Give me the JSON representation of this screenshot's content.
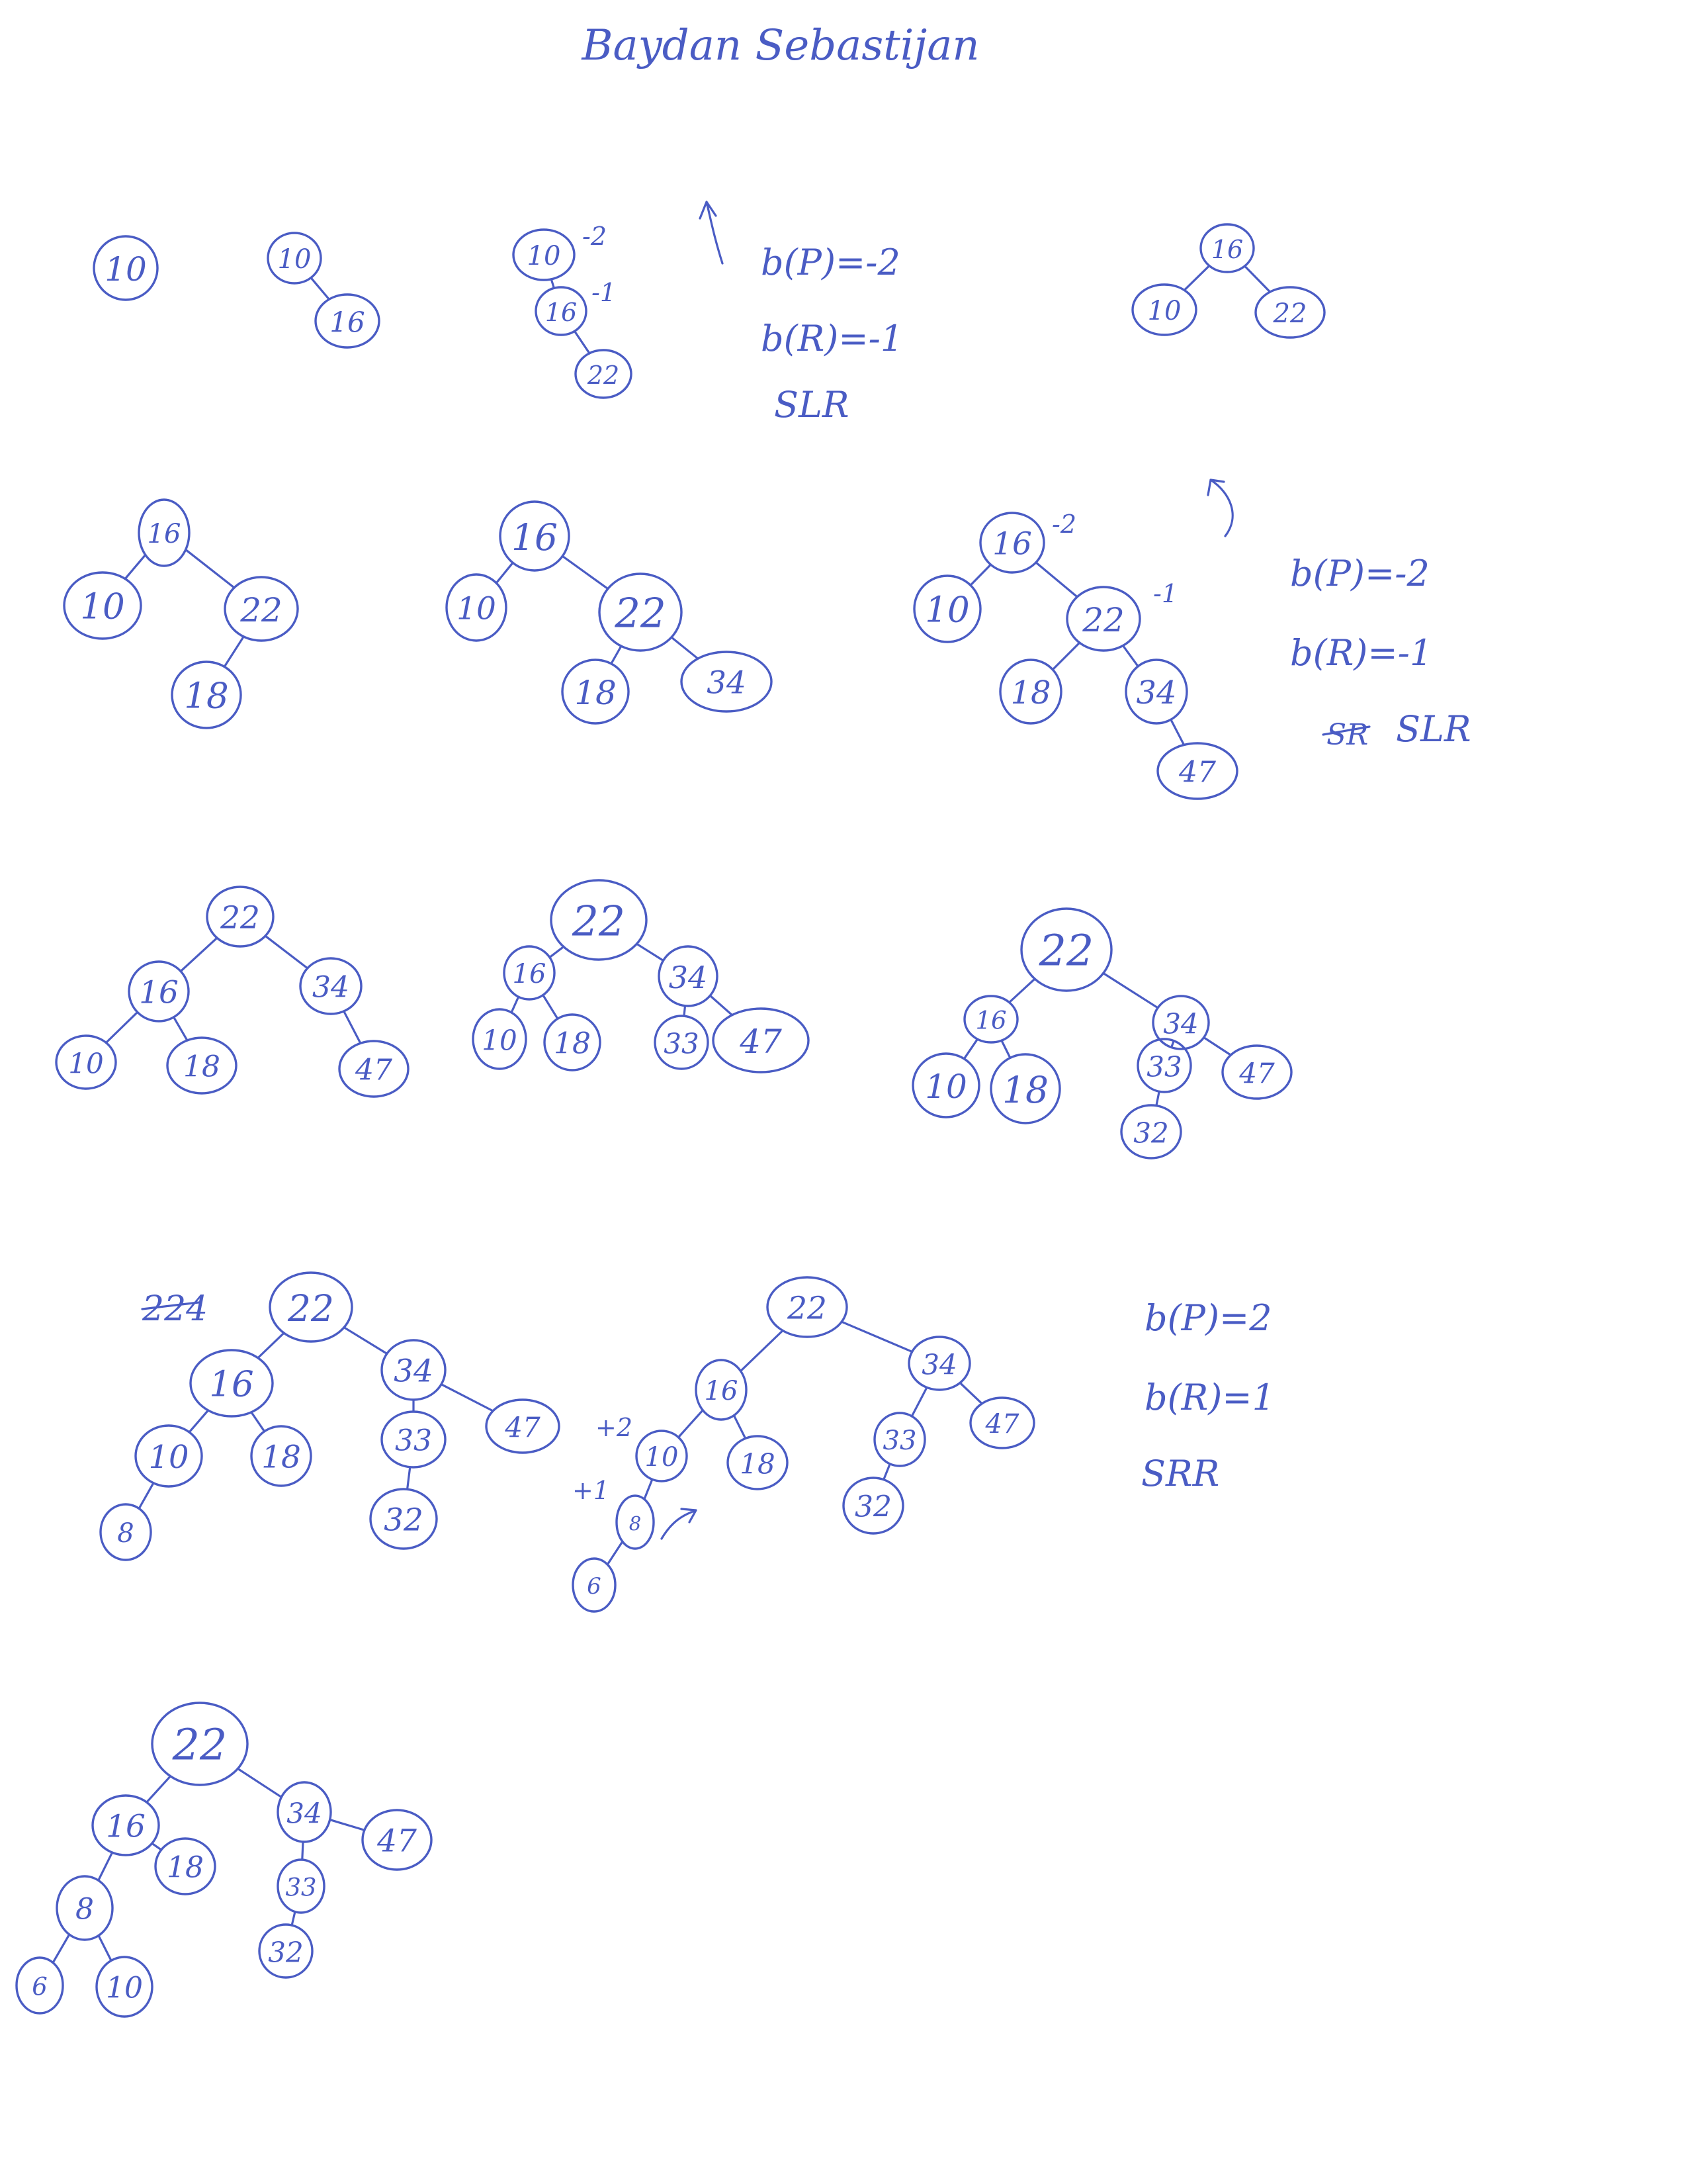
{
  "ink_color": "#4a5cc4",
  "title": "Baydan Sebastijan",
  "trees": [
    {
      "id": "t1",
      "nodes": [
        {
          "k": "n10",
          "label": "10"
        }
      ],
      "edges": []
    },
    {
      "id": "t2",
      "nodes": [
        {
          "k": "n10",
          "label": "10"
        },
        {
          "k": "n16",
          "label": "16"
        }
      ],
      "edges": [
        [
          "n10",
          "n16"
        ]
      ]
    },
    {
      "id": "t3",
      "nodes": [
        {
          "k": "n10",
          "label": "10"
        },
        {
          "k": "n16",
          "label": "16"
        },
        {
          "k": "n22",
          "label": "22"
        }
      ],
      "edges": [
        [
          "n10",
          "n16"
        ],
        [
          "n16",
          "n22"
        ]
      ],
      "balances": [
        {
          "node": "n10",
          "text": "-2"
        },
        {
          "node": "n16",
          "text": "-1"
        }
      ]
    },
    {
      "id": "t4",
      "nodes": [
        {
          "k": "n16",
          "label": "16"
        },
        {
          "k": "n10",
          "label": "10"
        },
        {
          "k": "n22",
          "label": "22"
        }
      ],
      "edges": [
        [
          "n16",
          "n10"
        ],
        [
          "n16",
          "n22"
        ]
      ]
    },
    {
      "id": "t5",
      "nodes": [
        {
          "k": "n16",
          "label": "16"
        },
        {
          "k": "n10",
          "label": "10"
        },
        {
          "k": "n22",
          "label": "22"
        },
        {
          "k": "n18",
          "label": "18"
        }
      ],
      "edges": [
        [
          "n16",
          "n10"
        ],
        [
          "n16",
          "n22"
        ],
        [
          "n22",
          "n18"
        ]
      ]
    },
    {
      "id": "t6",
      "nodes": [
        {
          "k": "n16",
          "label": "16"
        },
        {
          "k": "n10",
          "label": "10"
        },
        {
          "k": "n22",
          "label": "22"
        },
        {
          "k": "n18",
          "label": "18"
        },
        {
          "k": "n34",
          "label": "34"
        }
      ],
      "edges": [
        [
          "n16",
          "n10"
        ],
        [
          "n16",
          "n22"
        ],
        [
          "n22",
          "n18"
        ],
        [
          "n22",
          "n34"
        ]
      ]
    },
    {
      "id": "t7",
      "nodes": [
        {
          "k": "n16",
          "label": "16"
        },
        {
          "k": "n10",
          "label": "10"
        },
        {
          "k": "n22",
          "label": "22"
        },
        {
          "k": "n18",
          "label": "18"
        },
        {
          "k": "n34",
          "label": "34"
        },
        {
          "k": "n47",
          "label": "47"
        }
      ],
      "edges": [
        [
          "n16",
          "n10"
        ],
        [
          "n16",
          "n22"
        ],
        [
          "n22",
          "n18"
        ],
        [
          "n22",
          "n34"
        ],
        [
          "n34",
          "n47"
        ]
      ],
      "balances": [
        {
          "node": "n16",
          "text": "-2"
        },
        {
          "node": "n22",
          "text": "-1"
        }
      ]
    },
    {
      "id": "t8",
      "nodes": [
        {
          "k": "n22",
          "label": "22"
        },
        {
          "k": "n16",
          "label": "16"
        },
        {
          "k": "n34",
          "label": "34"
        },
        {
          "k": "n10",
          "label": "10"
        },
        {
          "k": "n18",
          "label": "18"
        },
        {
          "k": "n47",
          "label": "47"
        }
      ],
      "edges": [
        [
          "n22",
          "n16"
        ],
        [
          "n22",
          "n34"
        ],
        [
          "n16",
          "n10"
        ],
        [
          "n16",
          "n18"
        ],
        [
          "n34",
          "n47"
        ]
      ]
    },
    {
      "id": "t9",
      "nodes": [
        {
          "k": "n22",
          "label": "22"
        },
        {
          "k": "n16",
          "label": "16"
        },
        {
          "k": "n34",
          "label": "34"
        },
        {
          "k": "n10",
          "label": "10"
        },
        {
          "k": "n18",
          "label": "18"
        },
        {
          "k": "n33",
          "label": "33"
        },
        {
          "k": "n47",
          "label": "47"
        }
      ],
      "edges": [
        [
          "n22",
          "n16"
        ],
        [
          "n22",
          "n34"
        ],
        [
          "n16",
          "n10"
        ],
        [
          "n16",
          "n18"
        ],
        [
          "n34",
          "n33"
        ],
        [
          "n34",
          "n47"
        ]
      ]
    },
    {
      "id": "t10",
      "nodes": [
        {
          "k": "n22",
          "label": "22"
        },
        {
          "k": "n16",
          "label": "16"
        },
        {
          "k": "n34",
          "label": "34"
        },
        {
          "k": "n10",
          "label": "10"
        },
        {
          "k": "n18",
          "label": "18"
        },
        {
          "k": "n33",
          "label": "33"
        },
        {
          "k": "n47",
          "label": "47"
        },
        {
          "k": "n32",
          "label": "32"
        }
      ],
      "edges": [
        [
          "n22",
          "n16"
        ],
        [
          "n22",
          "n34"
        ],
        [
          "n16",
          "n10"
        ],
        [
          "n16",
          "n18"
        ],
        [
          "n34",
          "n33"
        ],
        [
          "n34",
          "n47"
        ],
        [
          "n33",
          "n32"
        ]
      ]
    },
    {
      "id": "t11",
      "nodes": [
        {
          "k": "n22",
          "label": "22"
        },
        {
          "k": "n16",
          "label": "16"
        },
        {
          "k": "n34",
          "label": "34"
        },
        {
          "k": "n10",
          "label": "10"
        },
        {
          "k": "n18",
          "label": "18"
        },
        {
          "k": "n33",
          "label": "33"
        },
        {
          "k": "n47",
          "label": "47"
        },
        {
          "k": "n8",
          "label": "8"
        },
        {
          "k": "n32",
          "label": "32"
        }
      ],
      "edges": [
        [
          "n22",
          "n16"
        ],
        [
          "n22",
          "n34"
        ],
        [
          "n16",
          "n10"
        ],
        [
          "n16",
          "n18"
        ],
        [
          "n34",
          "n33"
        ],
        [
          "n34",
          "n47"
        ],
        [
          "n10",
          "n8"
        ],
        [
          "n33",
          "n32"
        ]
      ]
    },
    {
      "id": "t12",
      "nodes": [
        {
          "k": "n22",
          "label": "22"
        },
        {
          "k": "n16",
          "label": "16"
        },
        {
          "k": "n34",
          "label": "34"
        },
        {
          "k": "n10",
          "label": "10"
        },
        {
          "k": "n18",
          "label": "18"
        },
        {
          "k": "n33",
          "label": "33"
        },
        {
          "k": "n47",
          "label": "47"
        },
        {
          "k": "n8",
          "label": "8"
        },
        {
          "k": "n32",
          "label": "32"
        },
        {
          "k": "n6",
          "label": "6"
        }
      ],
      "edges": [
        [
          "n22",
          "n16"
        ],
        [
          "n22",
          "n34"
        ],
        [
          "n16",
          "n10"
        ],
        [
          "n16",
          "n18"
        ],
        [
          "n34",
          "n33"
        ],
        [
          "n34",
          "n47"
        ],
        [
          "n10",
          "n8"
        ],
        [
          "n33",
          "n32"
        ],
        [
          "n8",
          "n6"
        ]
      ],
      "balances": [
        {
          "node": "n10",
          "text": "+2"
        },
        {
          "node": "n8",
          "text": "+1"
        }
      ]
    },
    {
      "id": "t13",
      "nodes": [
        {
          "k": "n22",
          "label": "22"
        },
        {
          "k": "n16",
          "label": "16"
        },
        {
          "k": "n34",
          "label": "34"
        },
        {
          "k": "n8",
          "label": "8"
        },
        {
          "k": "n18",
          "label": "18"
        },
        {
          "k": "n33",
          "label": "33"
        },
        {
          "k": "n47",
          "label": "47"
        },
        {
          "k": "n6",
          "label": "6"
        },
        {
          "k": "n10",
          "label": "10"
        },
        {
          "k": "n32",
          "label": "32"
        }
      ],
      "edges": [
        [
          "n22",
          "n16"
        ],
        [
          "n22",
          "n34"
        ],
        [
          "n16",
          "n8"
        ],
        [
          "n16",
          "n18"
        ],
        [
          "n34",
          "n33"
        ],
        [
          "n34",
          "n47"
        ],
        [
          "n8",
          "n6"
        ],
        [
          "n8",
          "n10"
        ],
        [
          "n33",
          "n32"
        ]
      ]
    }
  ],
  "notes": [
    {
      "id": "rot1",
      "lines": [
        "b(P)=-2",
        "b(R)=-1",
        "SLR"
      ]
    },
    {
      "id": "rot2",
      "lines": [
        "b(P)=-2",
        "b(R)=-1",
        "SLR"
      ],
      "struck": "SR"
    },
    {
      "id": "rot3",
      "lines": [
        "b(P)=2",
        "b(R)=1",
        "SRR"
      ]
    }
  ],
  "stray_text": "224"
}
